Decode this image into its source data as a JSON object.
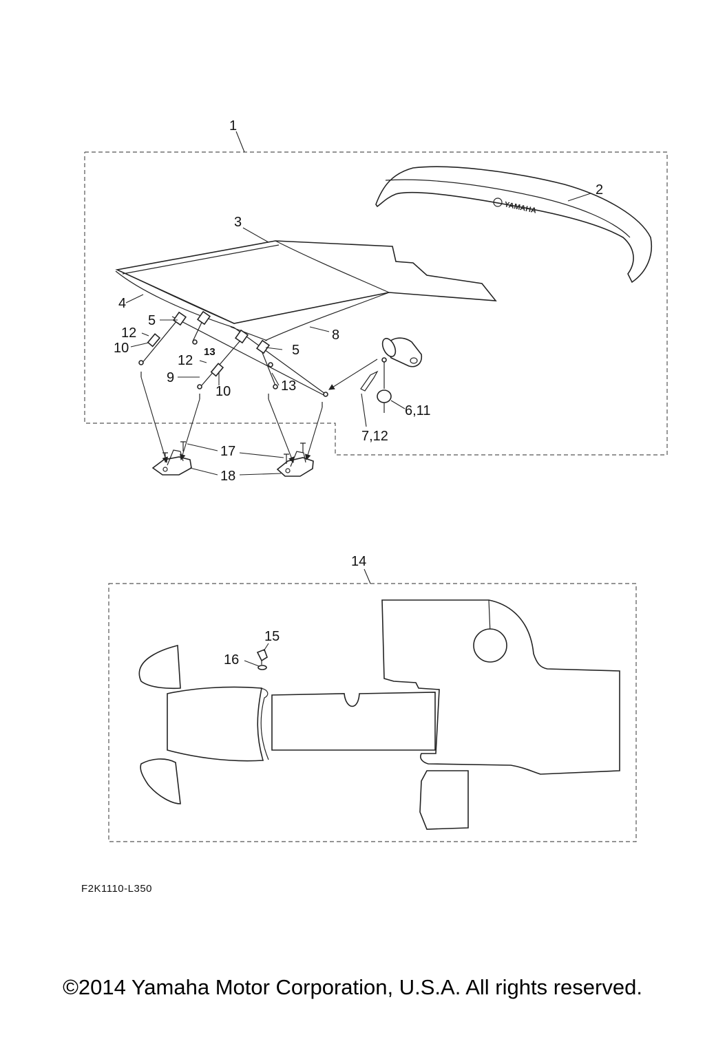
{
  "callouts": {
    "c1": "1",
    "c2": "2",
    "c3": "3",
    "c4": "4",
    "c5a": "5",
    "c5b": "5",
    "c8": "8",
    "c9": "9",
    "c10a": "10",
    "c10b": "10",
    "c12a": "12",
    "c12b": "12",
    "c13a": "13",
    "c13b": "13",
    "c6_11": "6,11",
    "c7_12": "7,12",
    "c14": "14",
    "c15": "15",
    "c16": "16",
    "c17": "17",
    "c18": "18"
  },
  "logo_text": "YAMAHA",
  "figure_code": "F2K1110-L350",
  "copyright": "©2014 Yamaha Motor Corporation, U.S.A. All rights reserved."
}
